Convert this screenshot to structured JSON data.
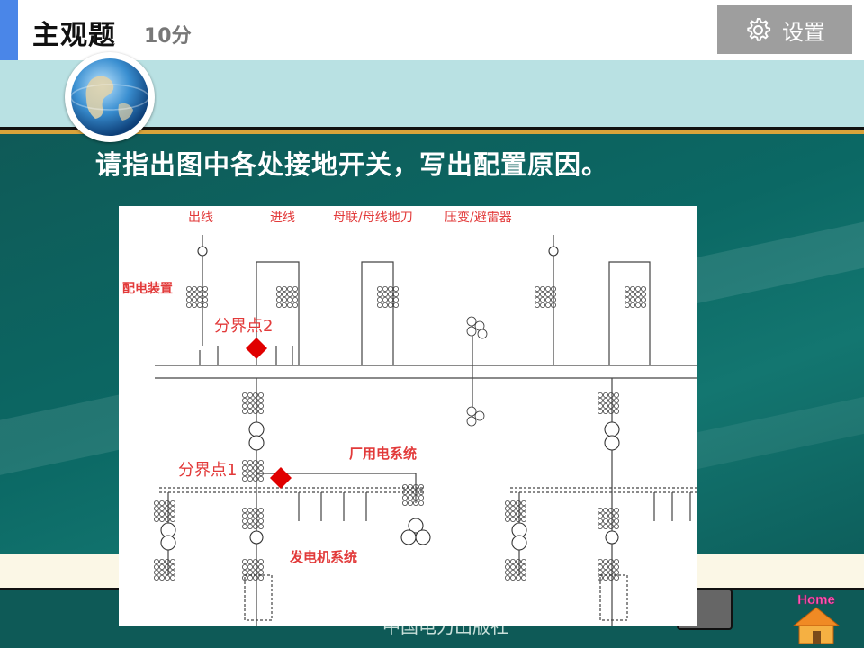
{
  "header": {
    "title": "主观题",
    "score": "10分",
    "settings_label": "设置"
  },
  "question": "请指出图中各处接地开关，写出配置原因。",
  "diagram": {
    "top_labels": [
      "出线",
      "进线",
      "母联/母线地刀",
      "压变/避雷器"
    ],
    "distribution_label": "配电装置",
    "boundary_2": "分界点2",
    "boundary_1": "分界点1",
    "station_service_label": "厂用电系统",
    "generator_label": "发电机系统"
  },
  "footer": {
    "text": "中国电力出版社"
  },
  "home": {
    "label": "Home"
  },
  "colors": {
    "accent": "#4a86e8",
    "settings_bg": "#9e9e9e",
    "band": "#b9e1e3",
    "slide": "#0f5d5a",
    "gold_line": "#d9a33a",
    "label_red": "#e23a3a",
    "diamond_red": "#e00000"
  }
}
